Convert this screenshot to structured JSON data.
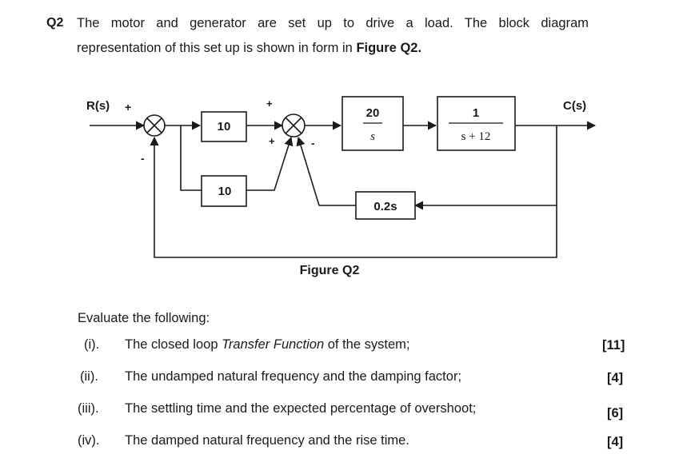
{
  "question": {
    "number": "Q2",
    "line1": "The motor and generator are set up to drive a load. The block diagram",
    "line2_prefix": "representation of this set up is shown in form in",
    "line2_figure": "Figure Q2."
  },
  "diagram": {
    "input_label": "R(s)",
    "output_label": "C(s)",
    "sum1_signs": {
      "top": "+",
      "bottom": "-"
    },
    "sum2_signs": {
      "top": "+",
      "left": "+",
      "right": "-"
    },
    "block_gain1": "10",
    "block_gain2": "10",
    "block_integrator": {
      "num": "20",
      "den": "s"
    },
    "block_plant": {
      "num": "1",
      "den": "s + 12"
    },
    "block_feedback": "0.2s",
    "caption": "Figure Q2"
  },
  "tasks": {
    "intro": "Evaluate the following:",
    "items": [
      {
        "num": "(i).",
        "text_pre": "The closed loop ",
        "text_italic": "Transfer Function",
        "text_post": " of the system;",
        "marks": "[11]"
      },
      {
        "num": "(ii).",
        "text_pre": "The undamped natural frequency and the damping factor;",
        "text_italic": "",
        "text_post": "",
        "marks": "[4]"
      },
      {
        "num": "(iii).",
        "text_pre": "The settling time and the expected percentage of overshoot;",
        "text_italic": "",
        "text_post": "",
        "marks": "[6]"
      },
      {
        "num": "(iv).",
        "text_pre": "The damped natural frequency and the rise time.",
        "text_italic": "",
        "text_post": "",
        "marks": "[4]"
      }
    ]
  }
}
